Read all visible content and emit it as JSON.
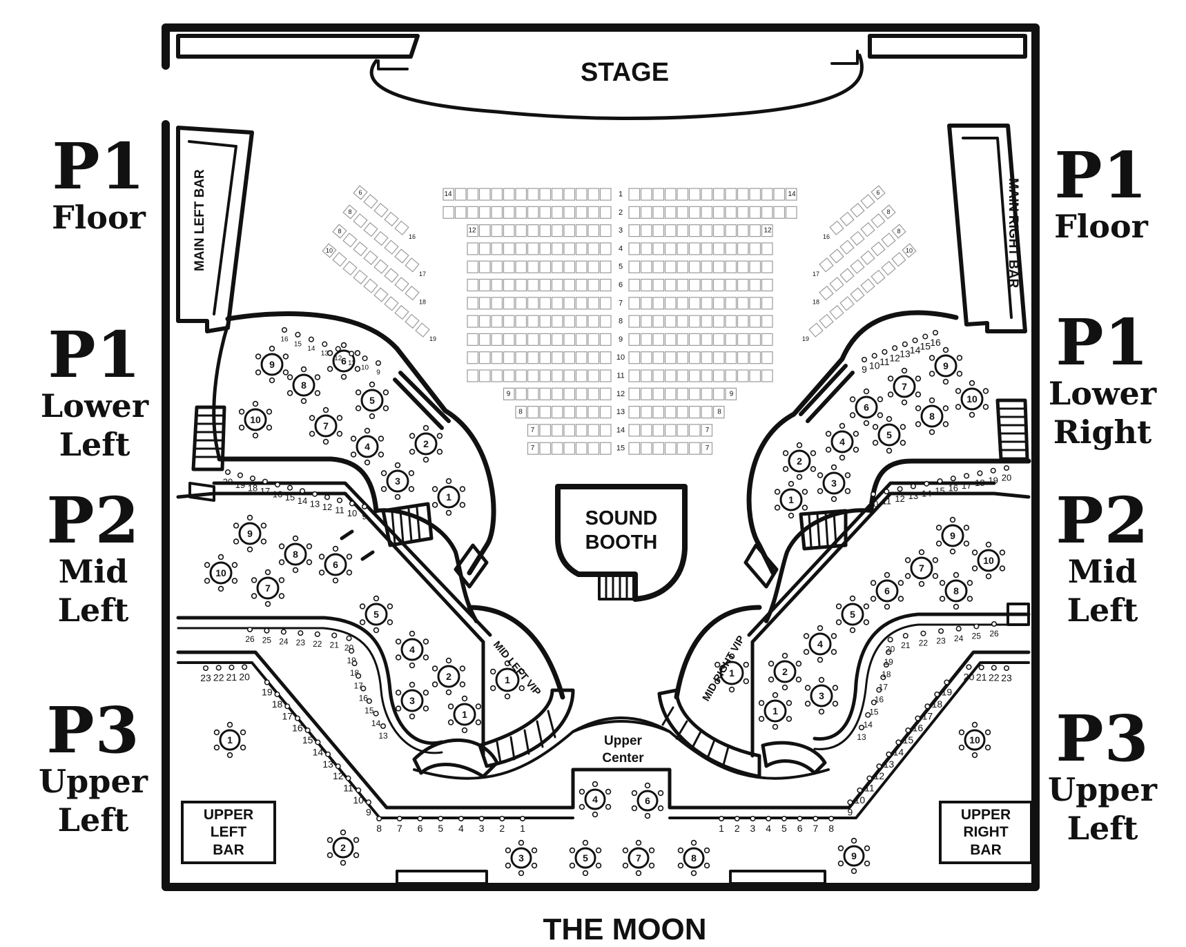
{
  "stage_label": "STAGE",
  "sound_booth_label": "SOUND\nBOOTH",
  "venue_name": "THE MOON",
  "upper_center_label": "Upper\nCenter",
  "mid_left_vip_label": "MID LEFT VIP",
  "mid_right_vip_label": "MID RIGHT VIP",
  "bars": {
    "main_left": "MAIN LEFT BAR",
    "main_right": "MAIN RIGHT BAR",
    "upper_left": "UPPER\nLEFT\nBAR",
    "upper_right": "UPPER\nRIGHT\nBAR"
  },
  "zones_left": [
    {
      "code": "P1",
      "name": "Floor"
    },
    {
      "code": "P1",
      "name": "Lower\nLeft"
    },
    {
      "code": "P2",
      "name": "Mid\nLeft"
    },
    {
      "code": "P3",
      "name": "Upper\nLeft"
    }
  ],
  "zones_right": [
    {
      "code": "P1",
      "name": "Floor"
    },
    {
      "code": "P1",
      "name": "Lower\nRight"
    },
    {
      "code": "P2",
      "name": "Mid\nLeft"
    },
    {
      "code": "P3",
      "name": "Upper\nLeft"
    }
  ],
  "floor_rows": {
    "row_numbers": [
      "1",
      "2",
      "3",
      "4",
      "5",
      "6",
      "7",
      "8",
      "9",
      "10",
      "11",
      "12",
      "13",
      "14",
      "15"
    ],
    "left_end_labels": [
      "14",
      "",
      "12",
      "",
      "",
      "",
      "",
      "",
      "",
      "",
      "",
      "9",
      "8",
      "7",
      "7"
    ],
    "right_end_labels": [
      "14",
      "",
      "12",
      "",
      "",
      "",
      "",
      "",
      "",
      "",
      "",
      "9",
      "8",
      "7",
      "7"
    ]
  },
  "side_floor_left": {
    "start": [
      "6",
      "8",
      "8",
      "10"
    ],
    "end": [
      "16",
      "17",
      "18",
      "19"
    ]
  },
  "side_floor_right": {
    "start": [
      "6",
      "8",
      "8",
      "10"
    ],
    "end": [
      "16",
      "17",
      "18",
      "19"
    ]
  },
  "table_numbers": {
    "lower_left": [
      "1",
      "2",
      "3",
      "4",
      "5",
      "6",
      "7",
      "8",
      "9",
      "10"
    ],
    "lower_right": [
      "1",
      "2",
      "3",
      "4",
      "5",
      "6",
      "7",
      "8",
      "9",
      "10"
    ],
    "mid_left": [
      "1",
      "2",
      "3",
      "4",
      "5",
      "6",
      "7",
      "8",
      "9",
      "10"
    ],
    "mid_right": [
      "1",
      "2",
      "3",
      "4",
      "5",
      "6",
      "7",
      "8",
      "9",
      "10"
    ],
    "upper_left": [
      "1"
    ],
    "upper_right": [
      "10"
    ],
    "upper_center": [
      "2",
      "3",
      "4",
      "5",
      "6",
      "7",
      "8",
      "9"
    ],
    "vip": [
      "1"
    ]
  },
  "rail_numbers": {
    "lower_left_top": [
      "16",
      "15",
      "14",
      "13",
      "12",
      "11",
      "10",
      "9"
    ],
    "lower_left_bottom": [
      "20",
      "19",
      "18",
      "17",
      "16",
      "15",
      "14",
      "13",
      "12",
      "11",
      "10",
      "9"
    ],
    "lower_right_top": [
      "9",
      "10",
      "11",
      "12",
      "13",
      "14",
      "15",
      "16"
    ],
    "lower_right_bottom": [
      "10",
      "11",
      "12",
      "13",
      "14",
      "15",
      "16",
      "17",
      "18",
      "19",
      "20"
    ],
    "mid_left_rail": [
      "26",
      "25",
      "24",
      "23",
      "22",
      "21",
      "20",
      "19",
      "18",
      "17",
      "16",
      "15",
      "14",
      "13"
    ],
    "mid_right_rail": [
      "13",
      "14",
      "15",
      "16",
      "17",
      "18",
      "19",
      "20",
      "21",
      "22",
      "23",
      "24",
      "25",
      "26"
    ],
    "upper_left_rail": [
      "23",
      "22",
      "21",
      "20",
      "19",
      "18",
      "17",
      "16",
      "15",
      "14",
      "13",
      "12",
      "11",
      "10",
      "9",
      "8",
      "7",
      "6",
      "5",
      "4",
      "3",
      "2",
      "1"
    ],
    "upper_right_rail": [
      "1",
      "2",
      "3",
      "4",
      "5",
      "6",
      "7",
      "8",
      "9",
      "10",
      "11",
      "12",
      "13",
      "14",
      "15",
      "16",
      "17",
      "18",
      "19",
      "20",
      "21",
      "22",
      "23"
    ]
  },
  "colors": {
    "ink": "#111111",
    "paper": "#ffffff",
    "seat_stroke": "#9a9a9a"
  }
}
